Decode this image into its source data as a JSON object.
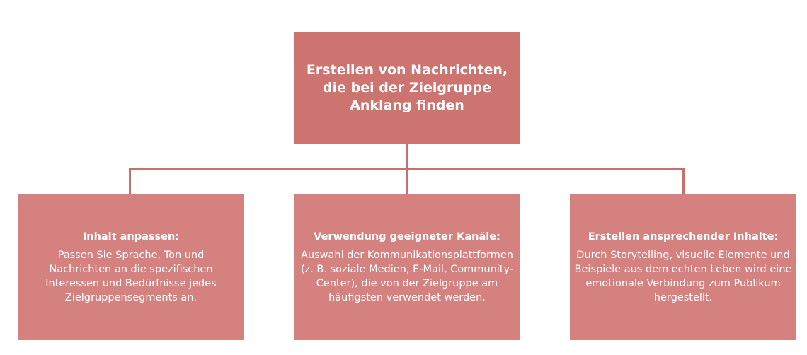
{
  "root": {
    "title": "Erstellen von Nachrichten, die bei der Zielgruppe Anklang finden"
  },
  "children": [
    {
      "title": "Inhalt anpassen:",
      "text": "Passen Sie Sprache, Ton und Nachrichten an die spezifischen Interessen und Bedürfnisse jedes Zielgruppensegments an."
    },
    {
      "title": "Verwendung geeigneter Kanäle:",
      "text": "Auswahl der Kommunikationsplattformen (z. B. soziale Medien, E-Mail, Community-Center), die von der Zielgruppe am häufigsten verwendet werden."
    },
    {
      "title": "Erstellen ansprechender Inhalte:",
      "text": "Durch Storytelling, visuelle Elemente und Beispiele aus dem echten Leben wird eine emotionale Verbindung zum Publikum hergestellt."
    }
  ],
  "colors": {
    "root": "#cd7370",
    "child": "#d4817f",
    "connector": "#c96f6c"
  }
}
